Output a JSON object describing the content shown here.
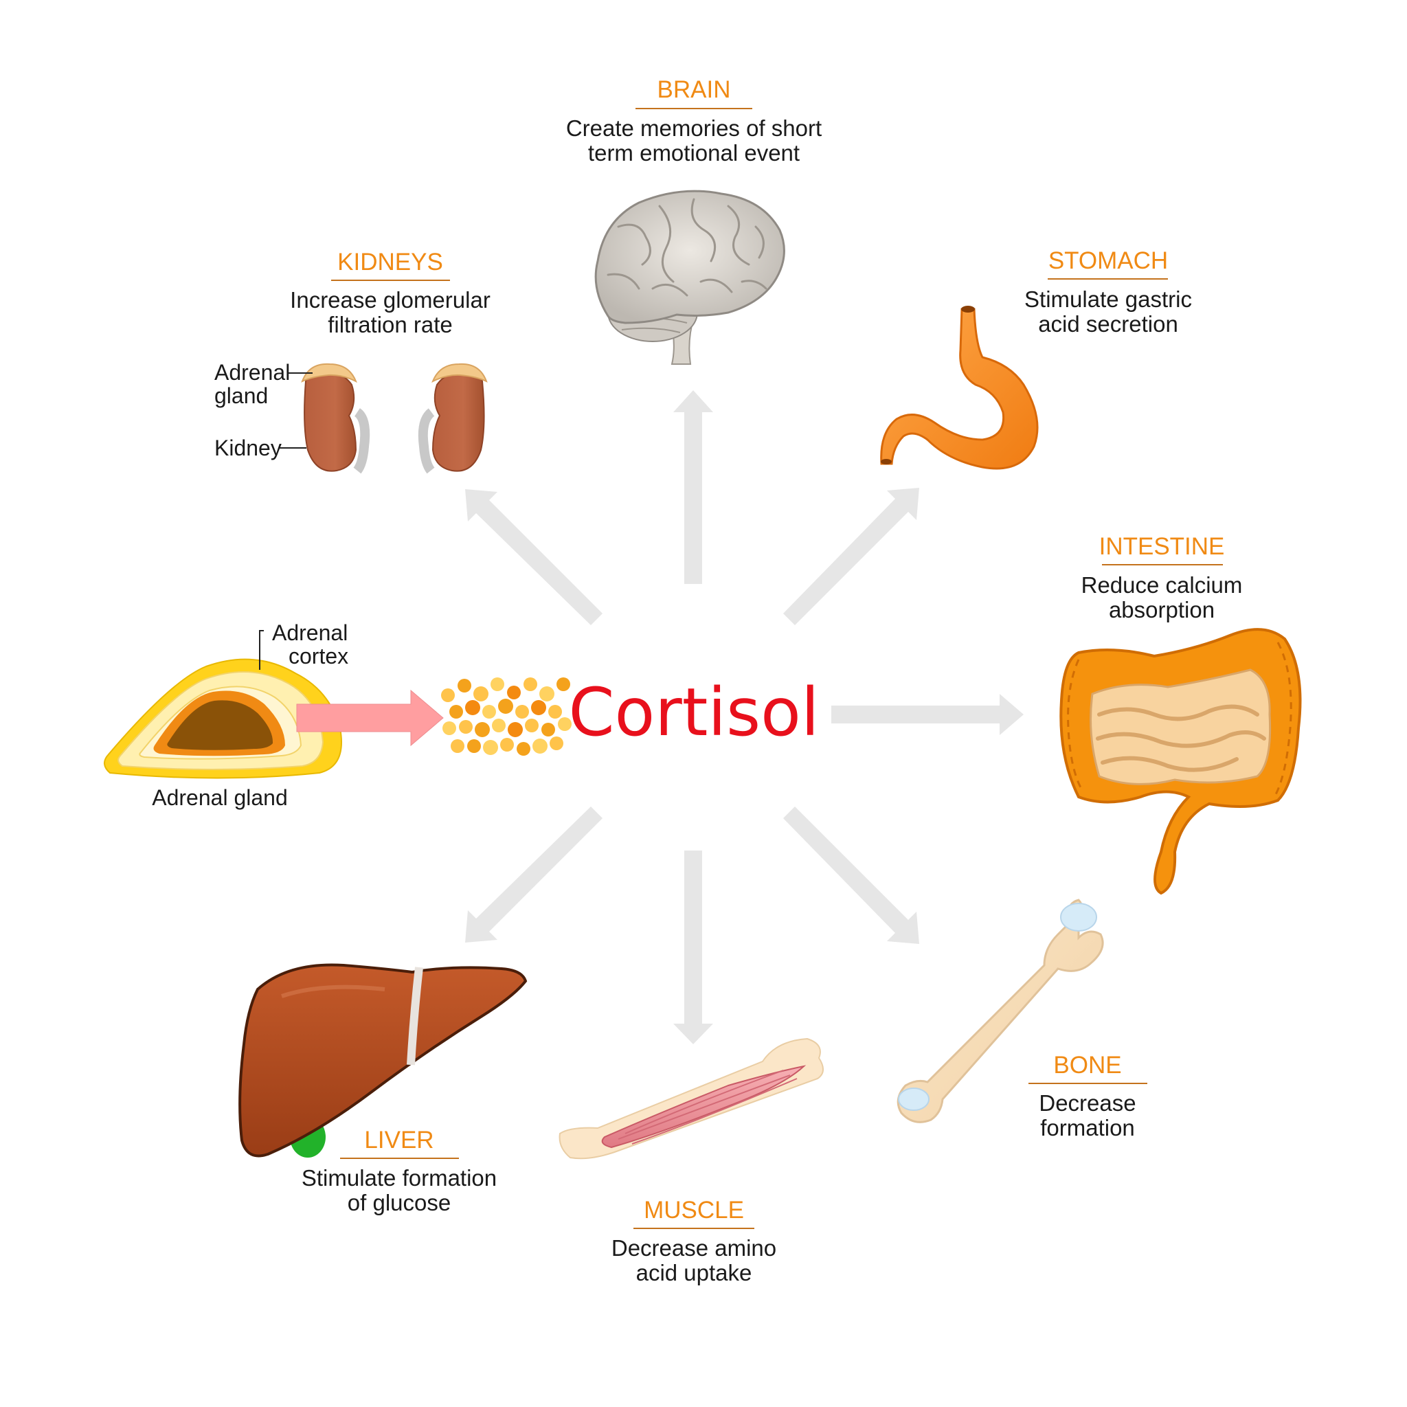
{
  "hormone": "Cortisol",
  "source": {
    "name": "Adrenal gland",
    "cortex_label_1": "Adrenal",
    "cortex_label_2": "cortex"
  },
  "targets": {
    "brain": {
      "title": "BRAIN",
      "desc1": "Create memories of short",
      "desc2": "term emotional event"
    },
    "kidneys": {
      "title": "KIDNEYS",
      "desc1": "Increase glomerular",
      "desc2": "filtration rate",
      "adrenal_label_1": "Adrenal",
      "adrenal_label_2": "gland",
      "kidney_label": "Kidney"
    },
    "stomach": {
      "title": "STOMACH",
      "desc1": "Stimulate gastric",
      "desc2": "acid secretion"
    },
    "intestine": {
      "title": "INTESTINE",
      "desc1": "Reduce calcium",
      "desc2": "absorption"
    },
    "liver": {
      "title": "LIVER",
      "desc1": "Stimulate formation",
      "desc2": "of glucose"
    },
    "muscle": {
      "title": "MUSCLE",
      "desc1": "Decrease amino",
      "desc2": "acid uptake"
    },
    "bone": {
      "title": "BONE",
      "desc1": "Decrease",
      "desc2": "formation"
    }
  },
  "colors": {
    "title_orange": "#f08a14",
    "hormone_red": "#e8101c",
    "arrow_grey": "#e6e6e6",
    "source_arrow_pink": "#ff9ea0"
  }
}
